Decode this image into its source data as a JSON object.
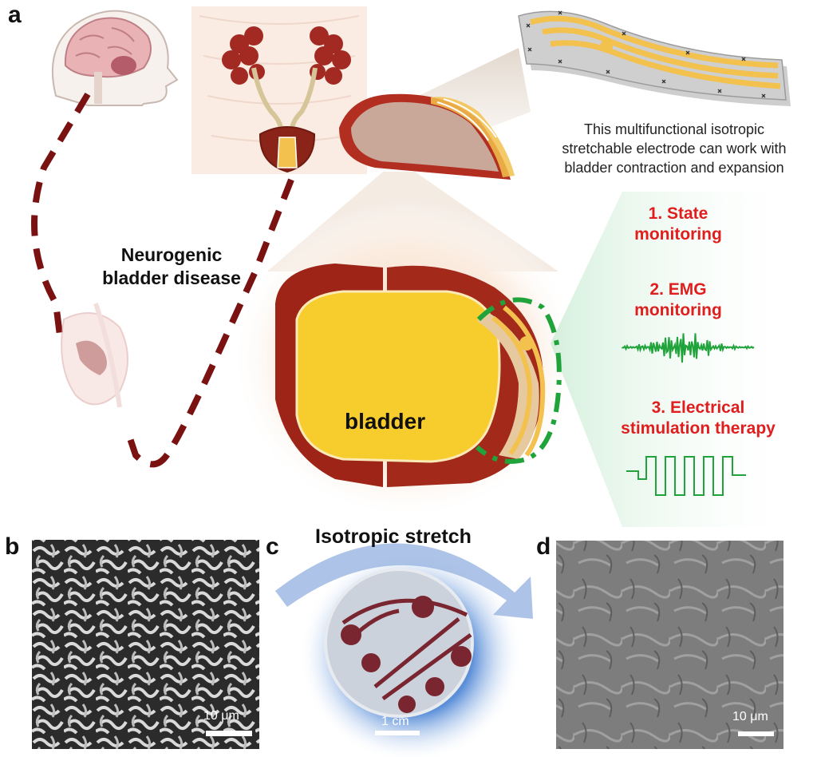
{
  "panels": {
    "a": "a",
    "b": "b",
    "c": "c",
    "d": "d"
  },
  "panel_a": {
    "disease_label": [
      "Neurogenic",
      "bladder disease"
    ],
    "electrode_description": [
      "This multifunctional isotropic",
      "stretchable electrode can work with",
      "bladder contraction and expansion"
    ],
    "bladder_label": "bladder",
    "functions": [
      {
        "lines": [
          "1. State",
          "monitoring"
        ]
      },
      {
        "lines": [
          "2. EMG",
          "monitoring"
        ]
      },
      {
        "lines": [
          "3. Electrical",
          "stimulation therapy"
        ]
      }
    ]
  },
  "panel_b": {
    "scale_bar": "10 μm"
  },
  "panel_c": {
    "title": "Isotropic stretch",
    "scale_bar": "1 cm"
  },
  "panel_d": {
    "scale_bar": "10 μm"
  },
  "colors": {
    "function_text": "#e01e1e",
    "signal_green": "#1fa33a",
    "dashed_path": "#7a1212",
    "bladder_yellow": "#f7cd2e",
    "bladder_red": "#9e2418",
    "arrow_blue": "#9fb8e3",
    "electrode_gold": "#f2c14e"
  }
}
